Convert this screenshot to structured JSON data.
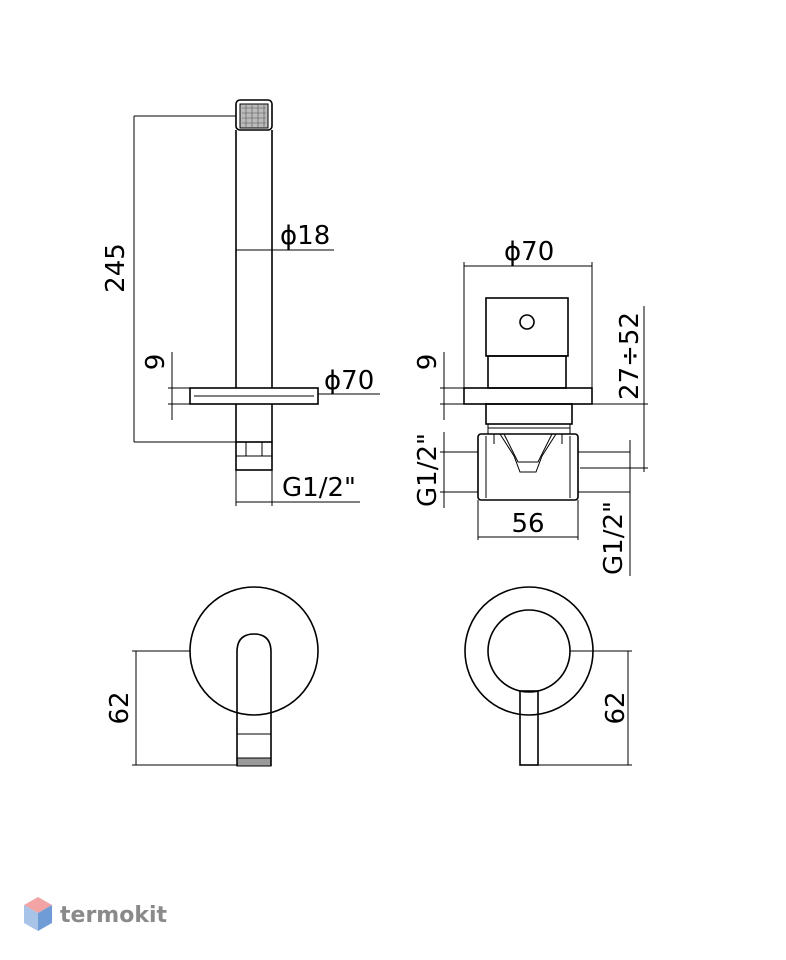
{
  "dimensions": {
    "spout_length": "245",
    "spout_diameter": "ϕ18",
    "rosette_diameter_side": "ϕ70",
    "rosette_thickness_side": "9",
    "spout_thread": "G1/2\"",
    "rosette_diameter_mixer": "ϕ70",
    "rosette_thickness_mixer": "9",
    "mount_depth_range": "27÷52",
    "inlet_thread_left": "G1/2\"",
    "body_width": "56",
    "inlet_thread_right": "G1/2\"",
    "spout_height_front": "62",
    "handle_height_front": "62"
  },
  "watermark": {
    "brand": "termokit",
    "colors": {
      "top": "#f2a3a3",
      "left": "#a7c4e8",
      "right": "#6f9bd6"
    }
  }
}
